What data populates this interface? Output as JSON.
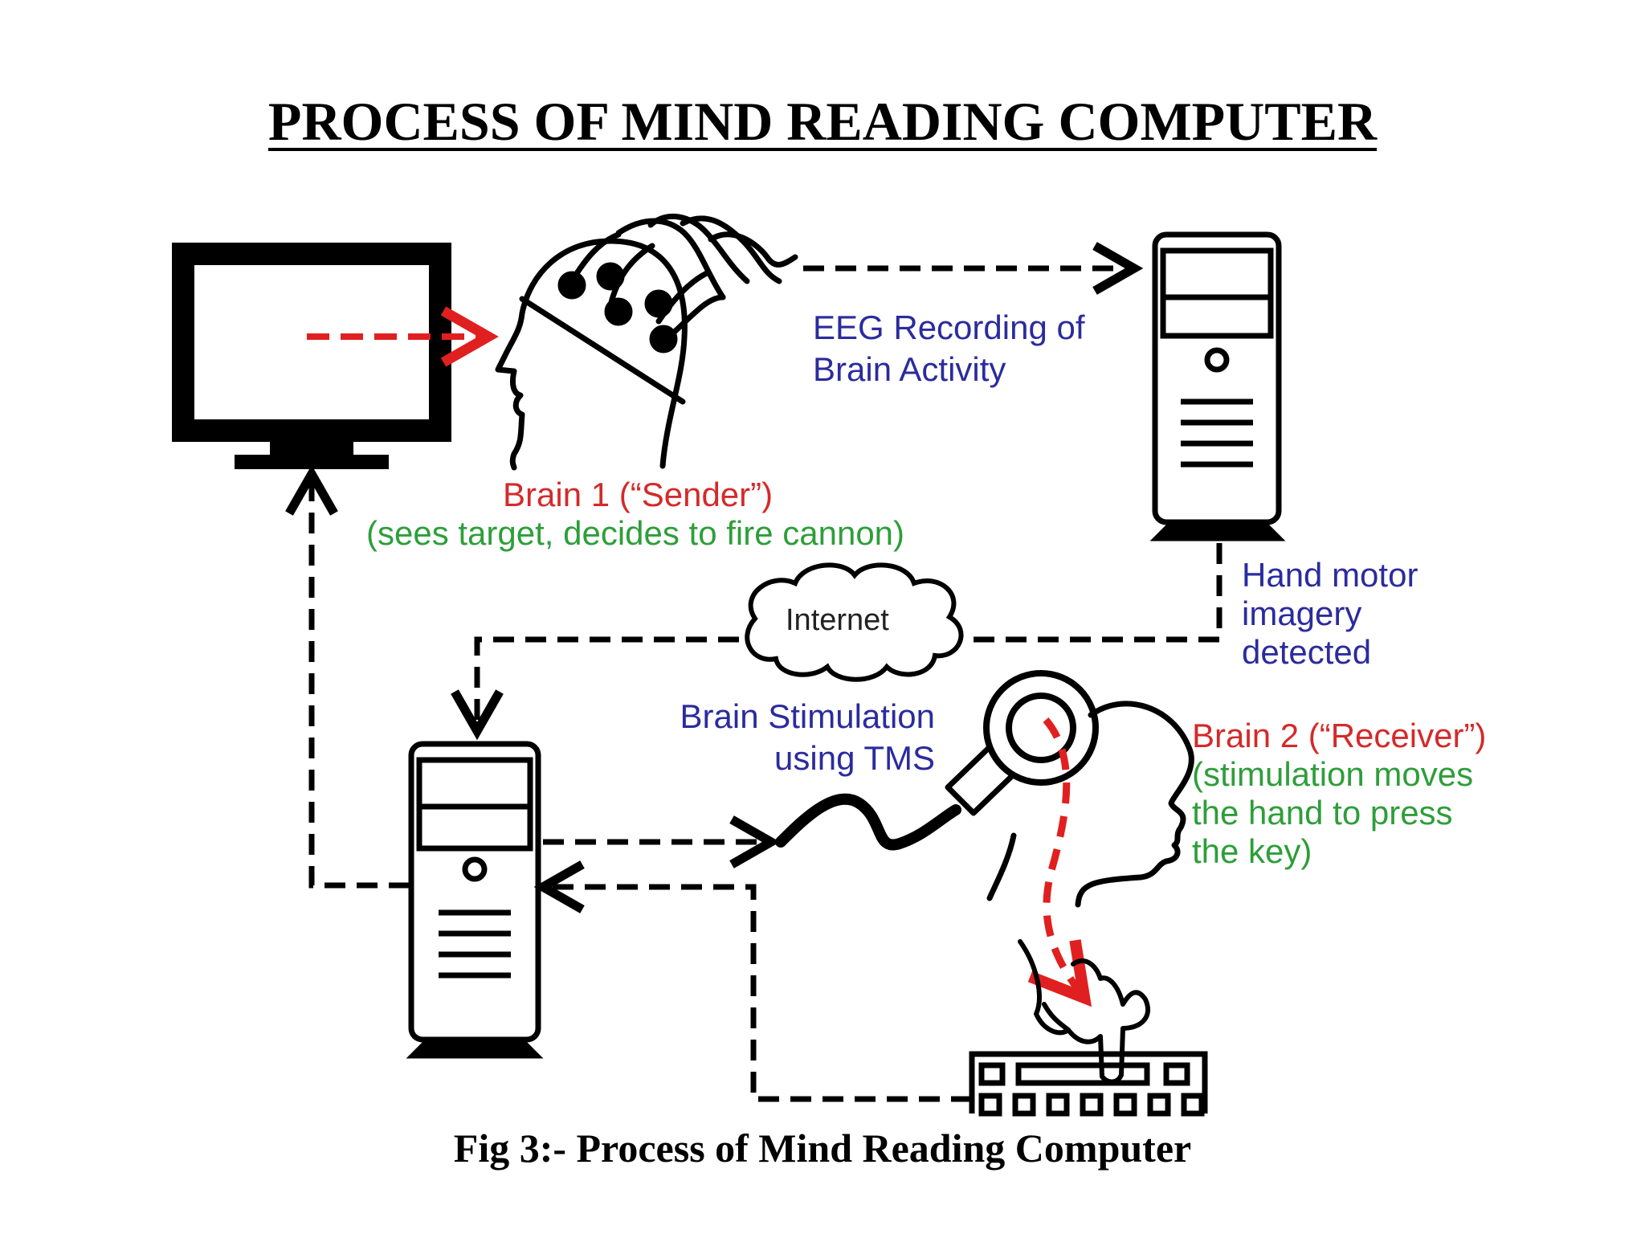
{
  "title": "PROCESS OF MIND READING COMPUTER",
  "caption": "Fig 3:- Process of Mind Reading Computer",
  "labels": {
    "eeg_line1": "EEG Recording of",
    "eeg_line2": "Brain Activity",
    "brain1_title": "Brain 1 (“Sender”)",
    "brain1_desc": "(sees target, decides to fire cannon)",
    "internet": "Internet",
    "hand_line1": "Hand motor",
    "hand_line2": "imagery",
    "hand_line3": "detected",
    "tms_line1": "Brain Stimulation",
    "tms_line2": "using TMS",
    "brain2_title": "Brain 2 (“Receiver”)",
    "brain2_desc1": "(stimulation moves",
    "brain2_desc2": "the hand to press",
    "brain2_desc3": "the key)"
  },
  "colors": {
    "annotation_blue": "#2b2b9e",
    "annotation_red": "#d42a2a",
    "annotation_green": "#2e9e3a",
    "arrow_red": "#e02020",
    "line_black": "#000000"
  },
  "icons": [
    "monitor-icon",
    "eeg-head-icon",
    "computer-tower-icon",
    "cloud-icon",
    "tms-coil-icon",
    "receiver-head-icon",
    "hand-icon",
    "keyboard-icon"
  ]
}
